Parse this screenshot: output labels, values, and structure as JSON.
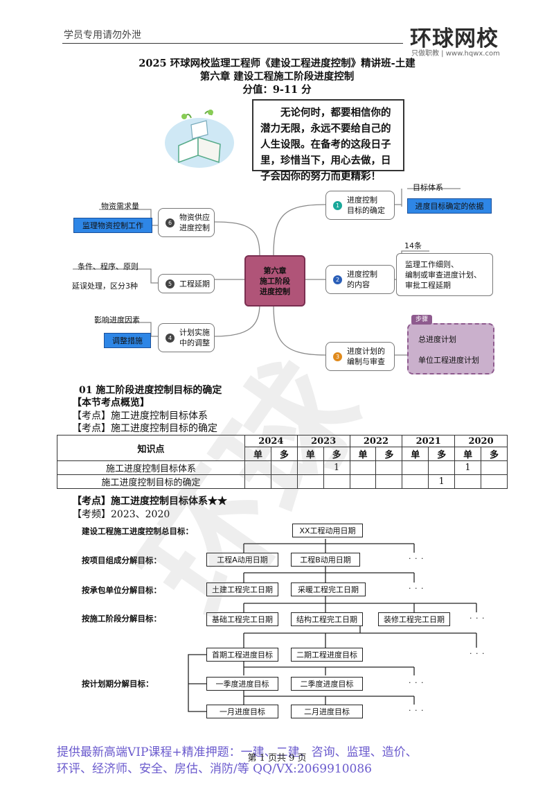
{
  "header": {
    "left": "学员专用请勿外泄",
    "logo": "环球网校",
    "logo_sub": "只做职教 | www.hqwx.com"
  },
  "title": {
    "line1": "2025 环球网校监理工程师《建设工程进度控制》精讲班-土建",
    "line2": "第六章 建设工程施工阶段进度控制",
    "line3": "分值：9-11 分"
  },
  "quote": "无论何时，都要相信你的潜力无限，永远不要给自己的人生设限。在备考的这段日子里，珍惜当下，用心去做，日子会因你的努力而更精彩！",
  "mindmap": {
    "center": [
      "第六章",
      "施工阶段",
      "进度控制"
    ],
    "nodes": [
      {
        "num": "1",
        "label": [
          "进度控制",
          "目标的确定"
        ],
        "color": "#1aa89a"
      },
      {
        "num": "2",
        "label": [
          "进度控制",
          "的内容"
        ],
        "color": "#2a5fb8"
      },
      {
        "num": "3",
        "label": [
          "进度计划的",
          "编制与审查"
        ],
        "color": "#e08a1c"
      },
      {
        "num": "4",
        "label": [
          "计划实施",
          "中的调整"
        ],
        "color": "#444"
      },
      {
        "num": "5",
        "label": [
          "工程延期"
        ],
        "color": "#444"
      },
      {
        "num": "6",
        "label": [
          "物资供应",
          "进度控制"
        ],
        "color": "#444"
      }
    ],
    "leaves": {
      "n1_top": "目标体系",
      "n1_blue": "进度目标确定的依据",
      "n2_top": "14条",
      "n2_list": [
        "监理工作细则、",
        "编制或审查进度计划、",
        "审批工程延期"
      ],
      "n3_tag": "步骤",
      "n3_items": [
        "总进度计划",
        "单位工程进度计划"
      ],
      "n4_top": "影响进度因素",
      "n4_blue": "调整措施",
      "n5_top": "条件、程序、原则",
      "n5_bottom": "延误处理，区分3种",
      "n6_top": "物资需求量",
      "n6_blue": "监理物资控制工作"
    }
  },
  "section": {
    "heading": "01  施工阶段进度控制目标的确定",
    "overview": "【本节考点概览】",
    "points": [
      "【考点】施工进度控制目标体系",
      "【考点】施工进度控制目标的确定"
    ]
  },
  "table": {
    "kp_header": "知识点",
    "years": [
      "2024",
      "2023",
      "2022",
      "2021",
      "2020"
    ],
    "sub": [
      "单",
      "多"
    ],
    "rows": [
      {
        "name": "施工进度控制目标体系",
        "cells": [
          "",
          "",
          "",
          "1",
          "",
          "",
          "",
          "",
          "1",
          ""
        ]
      },
      {
        "name": "施工进度控制目标的确定",
        "cells": [
          "",
          "",
          "",
          "",
          "",
          "",
          "",
          "1",
          "",
          ""
        ]
      }
    ]
  },
  "kaodian": {
    "title": "【考点】施工进度控制目标体系★★",
    "freq": "【考频】2023、2020"
  },
  "flow": {
    "labels": [
      "建设工程施工进度控制总目标：",
      "按项目组成分解目标：",
      "按承包单位分解目标：",
      "按施工阶段分解目标：",
      "按计划期分解目标："
    ],
    "top": "XX工程动用日期",
    "row1": [
      "工程A动用日期",
      "工程B动用日期"
    ],
    "row2": [
      "土建工程完工日期",
      "采暖工程完工日期"
    ],
    "row3": [
      "基础工程完工日期",
      "结构工程完工日期",
      "装修工程完工日期"
    ],
    "row4a": [
      "首期工程进度目标",
      "二期工程进度目标"
    ],
    "row4b": [
      "一季度进度目标",
      "二季度进度目标"
    ],
    "row4c": [
      "一月进度目标",
      "二月进度目标"
    ],
    "dots": "· · ·"
  },
  "promo": {
    "line1": "提供最新高端VIP课程+精准押题：一建、二建、咨询、监理、造价、",
    "line2": "环评、经济师、安全、房估、消防/等   QQ/VX:2069910086"
  },
  "footer": "第 1 页共 9 页"
}
